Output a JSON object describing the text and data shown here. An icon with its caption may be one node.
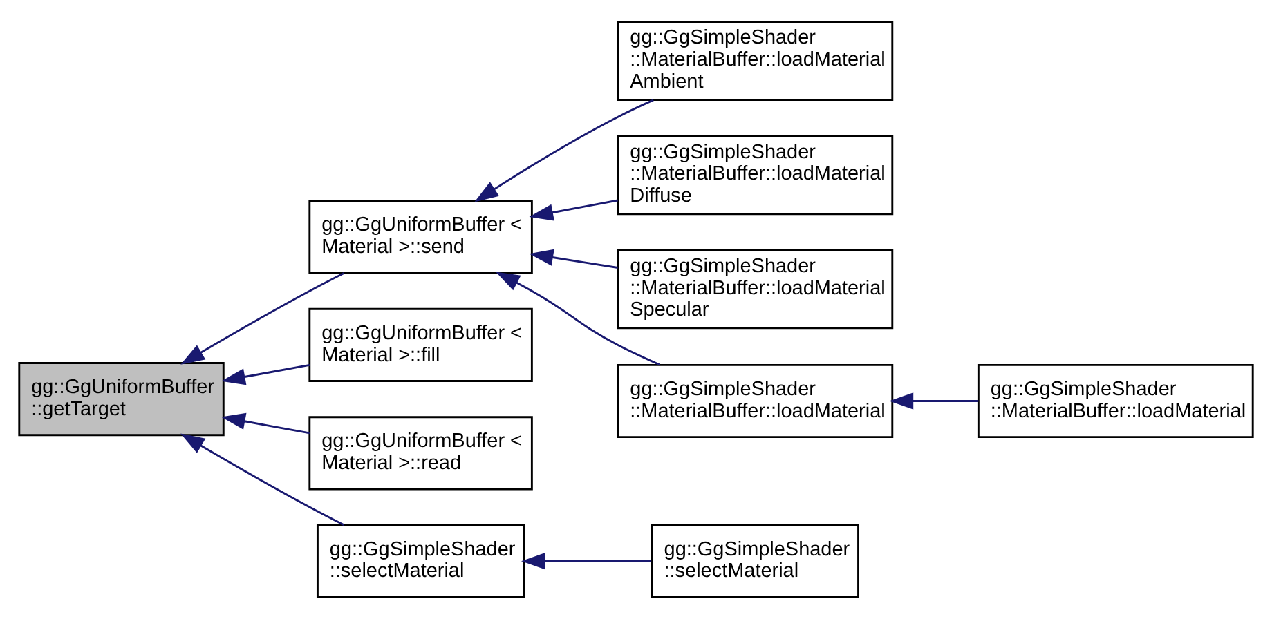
{
  "diagram": {
    "nodes": [
      {
        "text": [
          "gg::GgUniformBuffer ::getTarget"
        ]
      },
      {
        "text": [
          "gg::GgUniformBuffer < Material >::send"
        ]
      },
      {
        "text": [
          "gg::GgUniformBuffer < Material >::fill"
        ]
      },
      {
        "text": [
          "gg::GgUniformBuffer < Material >::read"
        ]
      },
      {
        "text": [
          "gg::GgSimpleShader ::selectMaterial"
        ]
      },
      {
        "text": [
          "gg::GgSimpleShader ::MaterialBuffer::loadMaterial Ambient"
        ]
      },
      {
        "text": [
          "gg::GgSimpleShader ::MaterialBuffer::loadMaterial Diffuse"
        ]
      },
      {
        "text": [
          "gg::GgSimpleShader ::MaterialBuffer::loadMaterial Specular"
        ]
      },
      {
        "text": [
          "gg::GgSimpleShader ::MaterialBuffer::loadMaterial"
        ]
      },
      {
        "text": [
          "gg::GgSimpleShader ::MaterialBuffer::loadMaterial"
        ]
      },
      {
        "text": [
          "gg::GgSimpleShader ::selectMaterial"
        ]
      }
    ],
    "edges": [
      {
        "from": 1,
        "to": 0,
        "arrow": "to"
      },
      {
        "from": 5,
        "to": 1,
        "arrow": "to"
      },
      {
        "from": 6,
        "to": 1,
        "arrow": "to"
      },
      {
        "from": 7,
        "to": 1,
        "arrow": "to"
      },
      {
        "from": 8,
        "to": 1,
        "arrow": "to"
      },
      {
        "from": 9,
        "to": 8,
        "arrow": "to"
      },
      {
        "from": 2,
        "to": 0,
        "arrow": "to"
      },
      {
        "from": 3,
        "to": 0,
        "arrow": "to"
      },
      {
        "from": 4,
        "to": 0,
        "arrow": "to"
      },
      {
        "from": 10,
        "to": 4,
        "arrow": "to"
      }
    ]
  }
}
